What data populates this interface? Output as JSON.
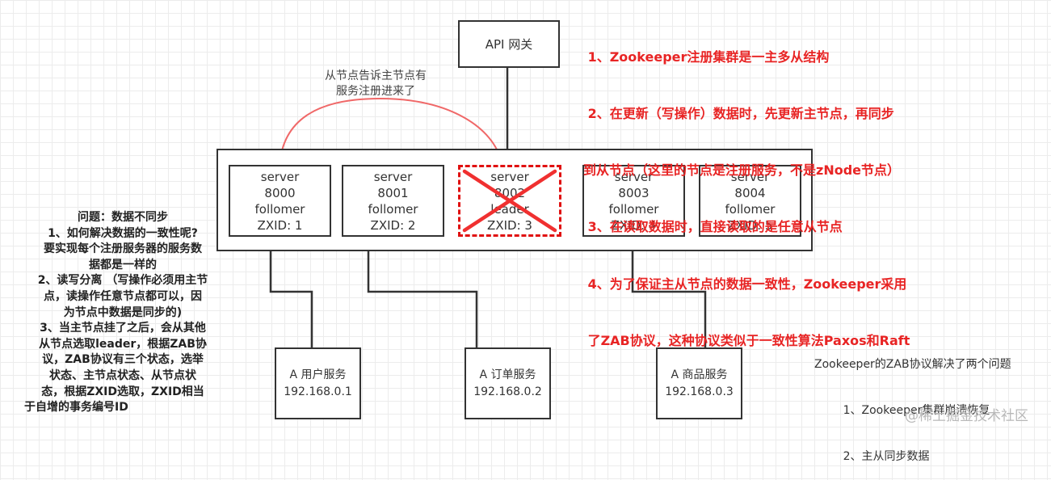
{
  "gateway": {
    "label": "API 网关"
  },
  "arc_annotation": {
    "lines": [
      "从节点告诉主节点有",
      "服务注册进来了"
    ]
  },
  "cluster": {
    "servers": [
      {
        "name": "server",
        "port": "8000",
        "role": "follomer",
        "zxid": "ZXID: 1",
        "status": "alive"
      },
      {
        "name": "server",
        "port": "8001",
        "role": "follomer",
        "zxid": "ZXID: 2",
        "status": "alive"
      },
      {
        "name": "server",
        "port": "8002",
        "role": "leader",
        "zxid": "ZXID: 3",
        "status": "crashed"
      },
      {
        "name": "server",
        "port": "8003",
        "role": "follomer",
        "zxid": "ZXID: 4",
        "status": "alive"
      },
      {
        "name": "server",
        "port": "8004",
        "role": "follomer",
        "zxid": "ZXID: 5",
        "status": "alive"
      }
    ]
  },
  "services": [
    {
      "name": "A 用户服务",
      "ip": "192.168.0.1"
    },
    {
      "name": "A 订单服务",
      "ip": "192.168.0.2"
    },
    {
      "name": "A 商品服务",
      "ip": "192.168.0.3"
    }
  ],
  "notes_red": {
    "lines": [
      " 1、Zookeeper注册集群是一主多从结构",
      " 2、在更新（写操作）数据时，先更新主节点，再同步",
      "到从节点（这里的节点是注册服务，不是zNode节点）",
      " 3、在读取数据时，直接读取的是任意从节点",
      " 4、为了保证主从节点的数据一致性，Zookeeper采用",
      " 了ZAB协议，这种协议类似于一致性算法Paxos和Raft"
    ],
    "color": "#e82424"
  },
  "notes_left": {
    "lines": [
      "问题：数据不同步",
      "1、如何解决数据的一致性呢?",
      "要实现每个注册服务器的服务数",
      "据都是一样的",
      "2、读写分离  （写操作必须用主节",
      "点，读操作任意节点都可以，因",
      "为节点中数据是同步的)",
      "3、当主节点挂了之后，会从其他",
      "从节点选取leader，根据ZAB协",
      "议，ZAB协议有三个状态，选举",
      "状态、主节点状态、从节点状",
      "态，根据ZXID选取，ZXID相当",
      "于自增的事务编号ID"
    ]
  },
  "notes_right": {
    "lines": [
      "Zookeeper的ZAB协议解决了两个问题",
      "        1、Zookeeper集群崩溃恢复",
      "        2、主从同步数据"
    ]
  },
  "watermark": {
    "text": "@稀土掘金技术社区"
  },
  "colors": {
    "stroke": "#333333",
    "arc": "#f06868",
    "dead_border": "#e01010",
    "cross": "#f03030"
  }
}
